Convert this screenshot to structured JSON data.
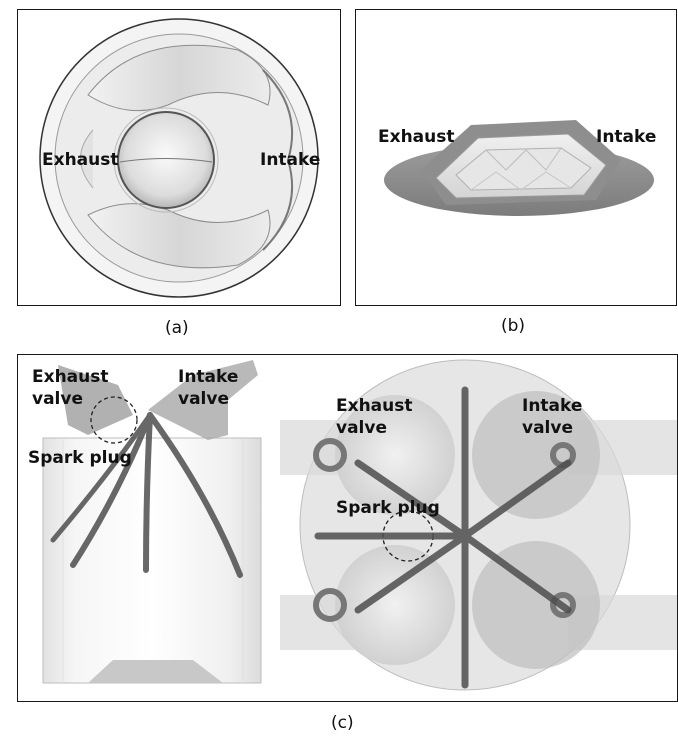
{
  "panels": {
    "a": {
      "caption": "(a)",
      "labels": {
        "exhaust": "Exhaust",
        "intake": "Intake"
      }
    },
    "b": {
      "caption": "(b)",
      "labels": {
        "exhaust": "Exhaust",
        "intake": "Intake"
      }
    },
    "c": {
      "caption": "(c)",
      "side_view": {
        "exhaust_valve_line1": "Exhaust",
        "exhaust_valve_line2": "valve",
        "intake_valve_line1": "Intake",
        "intake_valve_line2": "valve",
        "spark_plug": "Spark plug"
      },
      "top_view": {
        "exhaust_valve_line1": "Exhaust",
        "exhaust_valve_line2": "valve",
        "intake_valve_line1": "Intake",
        "intake_valve_line2": "valve",
        "spark_plug": "Spark plug"
      }
    }
  },
  "colors": {
    "border": "#1a1a1a",
    "metal_light": "#e8e8e8",
    "metal_mid": "#c8c8c8",
    "metal_dark": "#8a8a8a",
    "spray": "#555555"
  }
}
